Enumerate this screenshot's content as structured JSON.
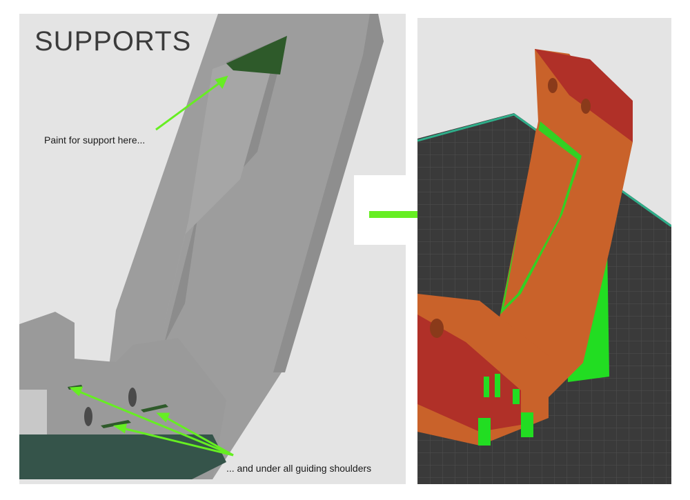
{
  "left": {
    "title": "SUPPORTS",
    "note_paint": "Paint for support here...",
    "note_shoulders": "... and under all guiding shoulders"
  },
  "colors": {
    "background": "#e4e4e4",
    "part_gray": "#9a9a9a",
    "part_gray_dark": "#8a8a8a",
    "base_dark": "#35544a",
    "paint_green": "#2e5a2a",
    "arrow_green": "#66ee22",
    "print_orange": "#c9622a",
    "print_red": "#b03028",
    "support_green": "#22dd22",
    "bed_dark": "#3a3a3a"
  },
  "icons": {
    "transition": "arrow-right-icon"
  }
}
